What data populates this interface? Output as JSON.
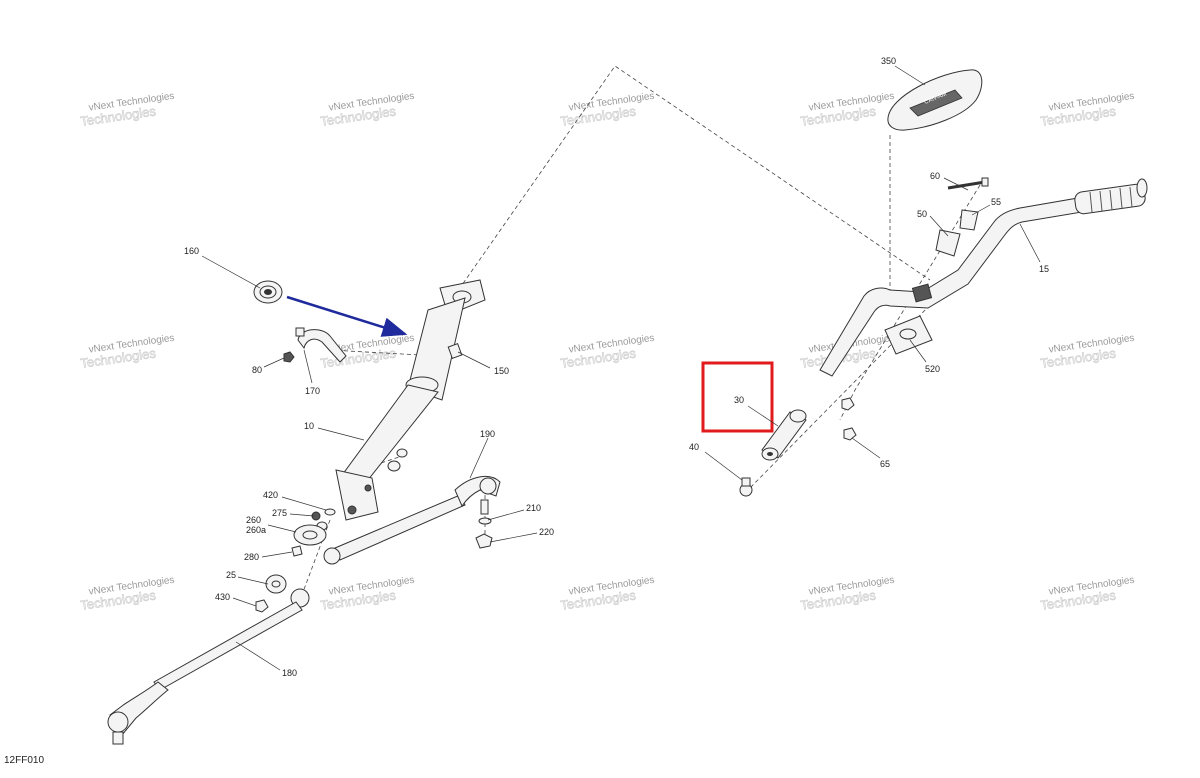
{
  "watermark": {
    "text": "vNext Technologies",
    "big_text": "Technologies"
  },
  "document_code": "12FF010",
  "callouts": {
    "p350": "350",
    "p60": "60",
    "p50": "50",
    "p55": "55",
    "p15": "15",
    "p520": "520",
    "p30": "30",
    "p40": "40",
    "p65": "65",
    "p160": "160",
    "p80": "80",
    "p170": "170",
    "p150": "150",
    "p10": "10",
    "p190": "190",
    "p420": "420",
    "p275": "275",
    "p260": "260",
    "p260a": "260a",
    "p210": "210",
    "p220": "220",
    "p280": "280",
    "p25": "25",
    "p430": "430",
    "p180": "180"
  },
  "highlight": {
    "color": "#e11b1b",
    "target_callout": "30"
  },
  "arrow": {
    "color": "#1f2a9c"
  },
  "logo_text": "CAN-AM"
}
